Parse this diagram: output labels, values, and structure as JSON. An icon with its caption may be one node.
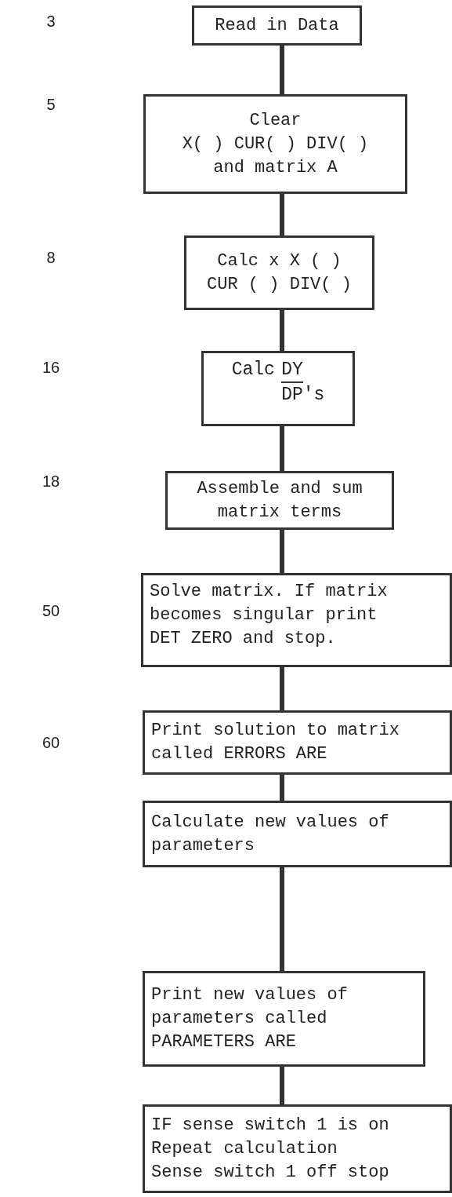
{
  "diagram": {
    "nodes": [
      {
        "text": [
          "Read in Data"
        ]
      },
      {
        "text": [
          "Clear",
          "X( ) CUR( ) DIV( ) and matrix A"
        ]
      },
      {
        "text": [
          "Calc x X ( ) CUR ( ) DIV( )"
        ]
      },
      {
        "text": [
          "Calc",
          "DY",
          "DP's"
        ]
      },
      {
        "text": [
          "Assemble and sum matrix terms"
        ]
      },
      {
        "text": [
          "Solve matrix. If matrix becomes singular print DET ZERO and stop."
        ]
      },
      {
        "text": [
          "Print solution to matrix called ERRORS ARE"
        ]
      },
      {
        "text": [
          "Calculate new values of parameters"
        ]
      },
      {
        "text": [
          "Print new values of parameters called PARAMETERS ARE"
        ]
      },
      {
        "text": [
          "IF sense switch 1 is on Repeat calculation Sense switch 1 off stop"
        ]
      }
    ],
    "edges": [
      {
        "from": 0,
        "to": 1,
        "arrow": "none"
      },
      {
        "from": 1,
        "to": 2,
        "arrow": "none"
      },
      {
        "from": 2,
        "to": 3,
        "arrow": "none"
      },
      {
        "from": 3,
        "to": 4,
        "arrow": "none"
      },
      {
        "from": 4,
        "to": 5,
        "arrow": "none"
      },
      {
        "from": 5,
        "to": 6,
        "arrow": "none"
      },
      {
        "from": 6,
        "to": 7,
        "arrow": "none"
      },
      {
        "from": 7,
        "to": 8,
        "arrow": "none"
      },
      {
        "from": 8,
        "to": 9,
        "arrow": "none"
      }
    ],
    "labels": [
      "3",
      "5",
      "8",
      "16",
      "18",
      "50",
      "60"
    ]
  }
}
